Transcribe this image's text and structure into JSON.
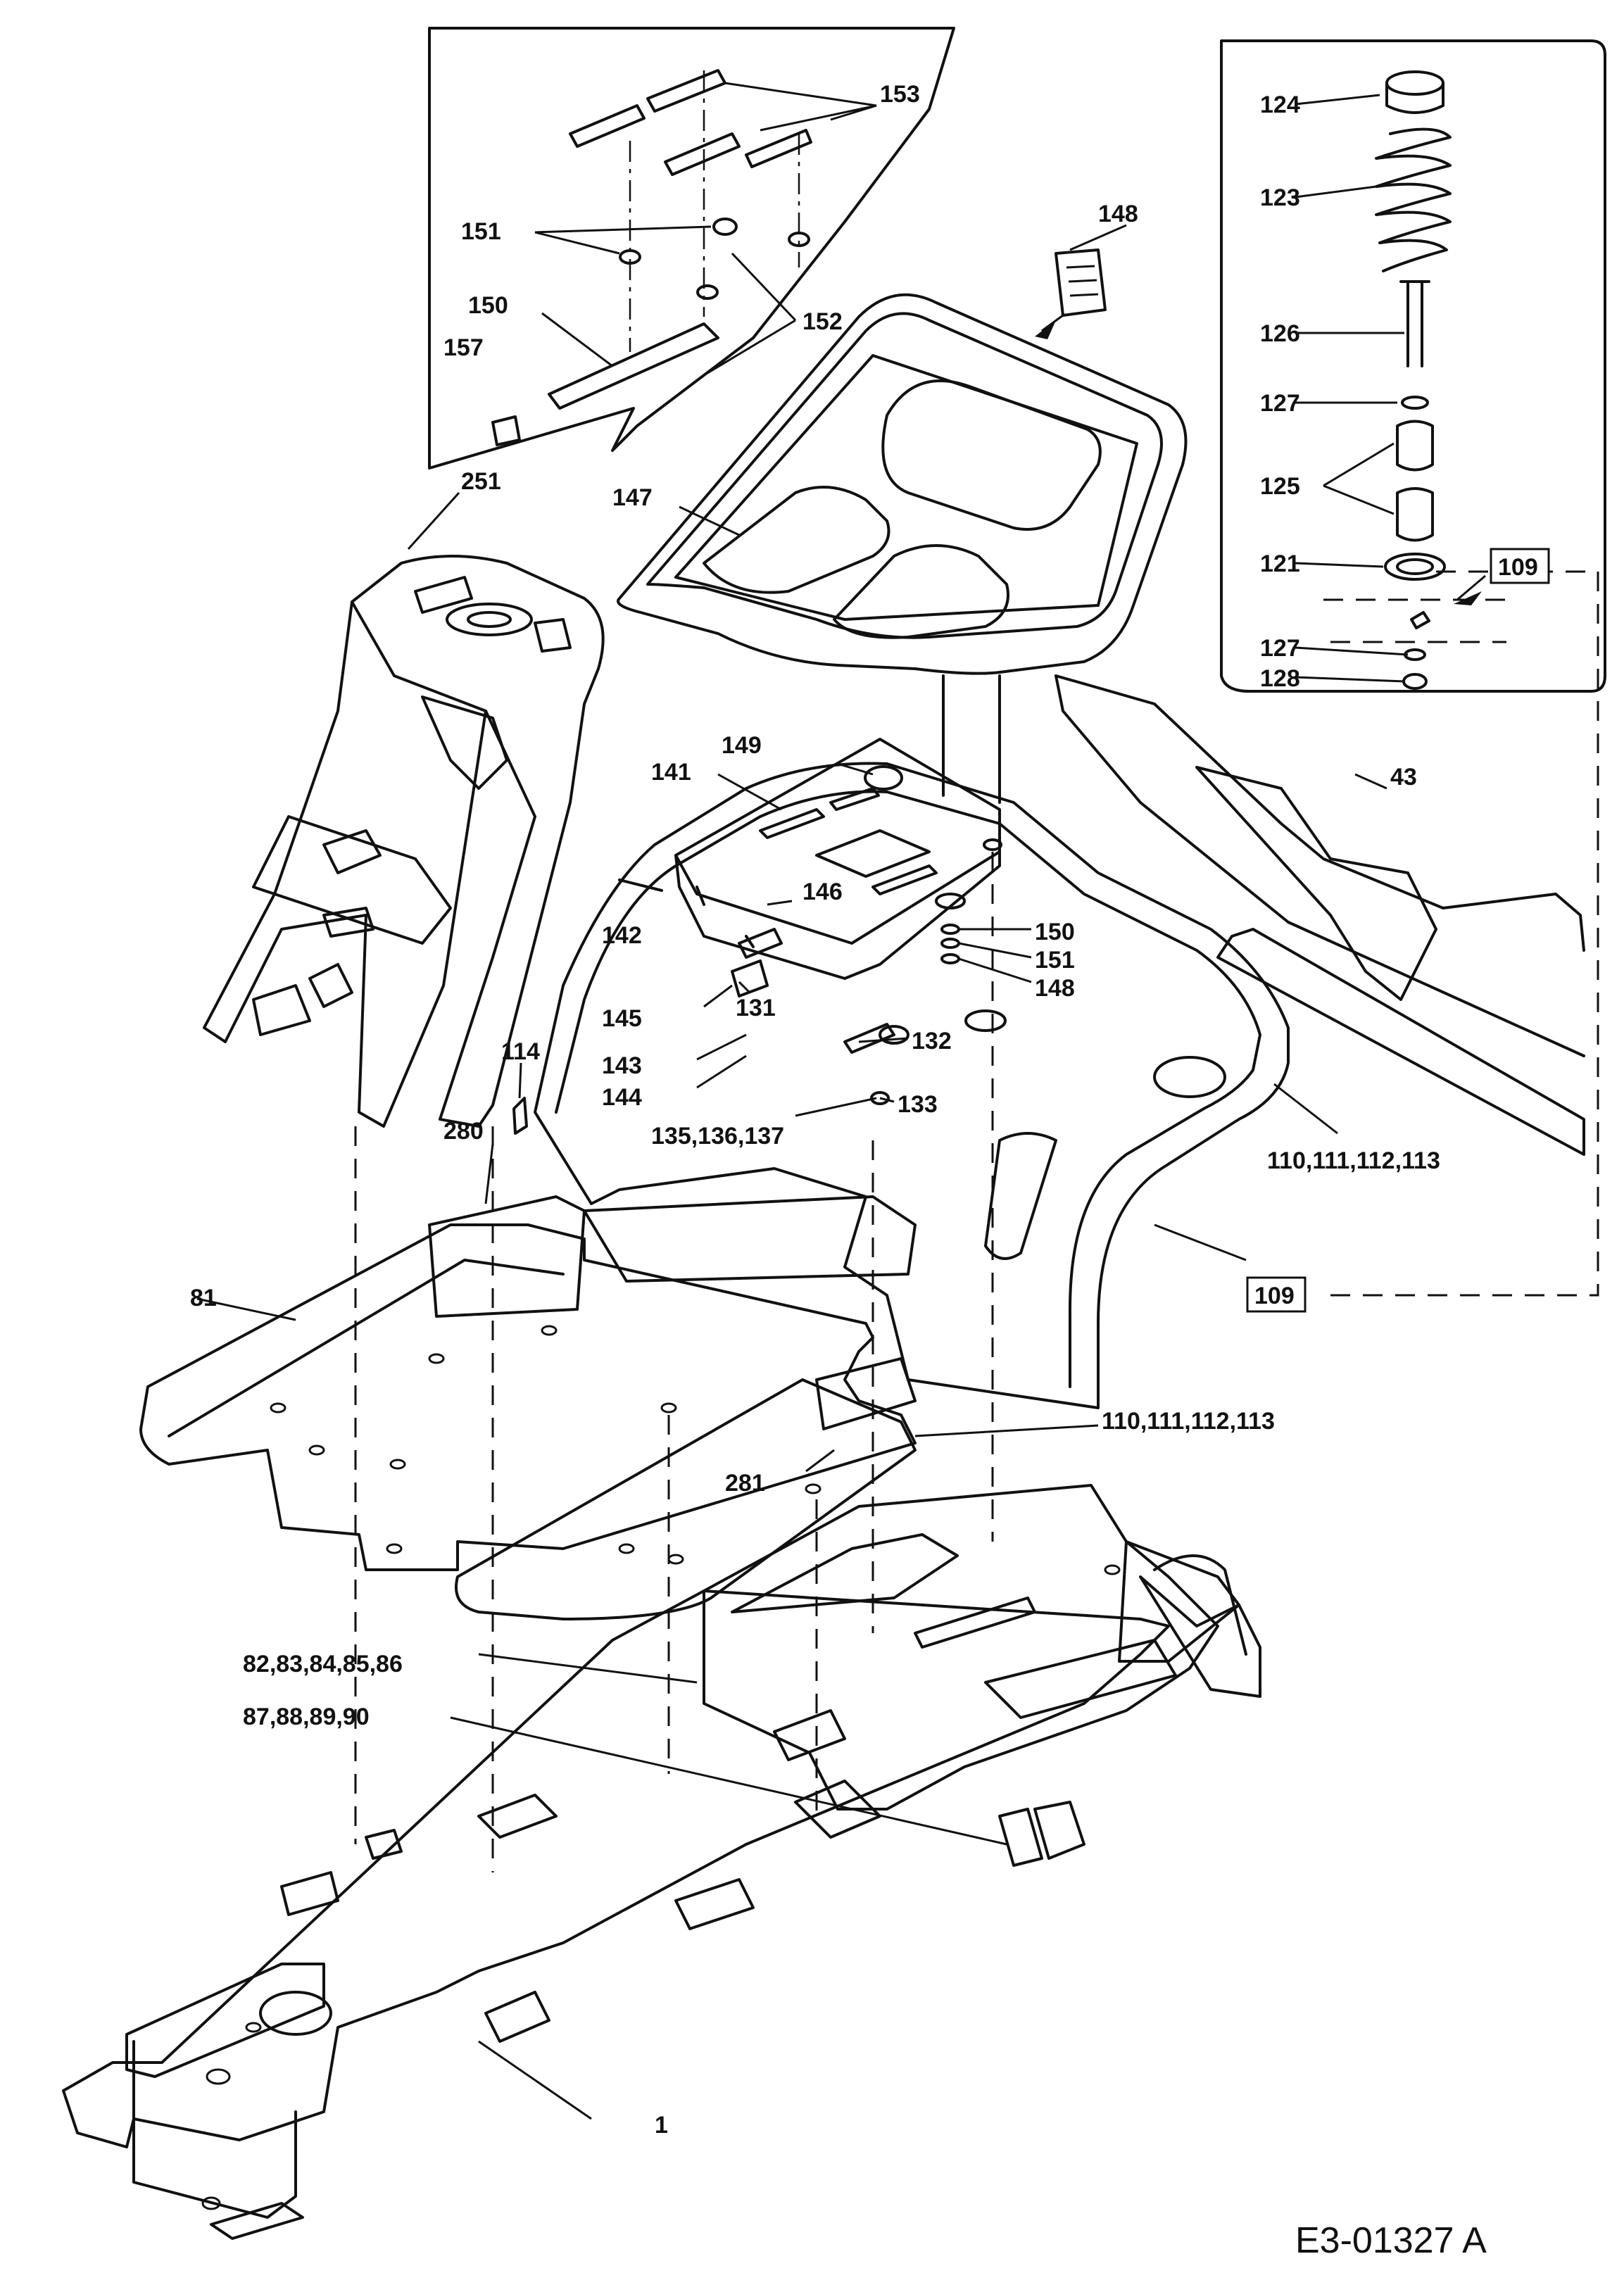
{
  "drawing_code": "E3-01327 A",
  "callouts": [
    {
      "id": "c153",
      "text": "153"
    },
    {
      "id": "c151a",
      "text": "151"
    },
    {
      "id": "c152",
      "text": "152"
    },
    {
      "id": "c150a",
      "text": "150"
    },
    {
      "id": "c157",
      "text": "157"
    },
    {
      "id": "c147",
      "text": "147"
    },
    {
      "id": "c148a",
      "text": "148"
    },
    {
      "id": "c251",
      "text": "251"
    },
    {
      "id": "c124",
      "text": "124"
    },
    {
      "id": "c123",
      "text": "123"
    },
    {
      "id": "c126",
      "text": "126"
    },
    {
      "id": "c127a",
      "text": "127"
    },
    {
      "id": "c125",
      "text": "125"
    },
    {
      "id": "c121",
      "text": "121"
    },
    {
      "id": "c109a",
      "text": "109",
      "boxed": true
    },
    {
      "id": "c127b",
      "text": "127"
    },
    {
      "id": "c128",
      "text": "128"
    },
    {
      "id": "c43",
      "text": "43"
    },
    {
      "id": "c149",
      "text": "149"
    },
    {
      "id": "c141",
      "text": "141"
    },
    {
      "id": "c146",
      "text": "146"
    },
    {
      "id": "c142",
      "text": "142"
    },
    {
      "id": "c150b",
      "text": "150"
    },
    {
      "id": "c151b",
      "text": "151"
    },
    {
      "id": "c148b",
      "text": "148"
    },
    {
      "id": "c145",
      "text": "145"
    },
    {
      "id": "c131",
      "text": "131"
    },
    {
      "id": "c132",
      "text": "132"
    },
    {
      "id": "c143",
      "text": "143"
    },
    {
      "id": "c133",
      "text": "133"
    },
    {
      "id": "c144",
      "text": "144"
    },
    {
      "id": "c114",
      "text": "114"
    },
    {
      "id": "c280",
      "text": "280"
    },
    {
      "id": "c135",
      "text": "135,136,137"
    },
    {
      "id": "c110a",
      "text": "110,111,112,113"
    },
    {
      "id": "c81",
      "text": "81"
    },
    {
      "id": "c109b",
      "text": "109",
      "boxed": true
    },
    {
      "id": "c110b",
      "text": "110,111,112,113"
    },
    {
      "id": "c281",
      "text": "281"
    },
    {
      "id": "c82",
      "text": "82,83,84,85,86"
    },
    {
      "id": "c87",
      "text": "87,88,89,90"
    },
    {
      "id": "c1",
      "text": "1"
    }
  ]
}
